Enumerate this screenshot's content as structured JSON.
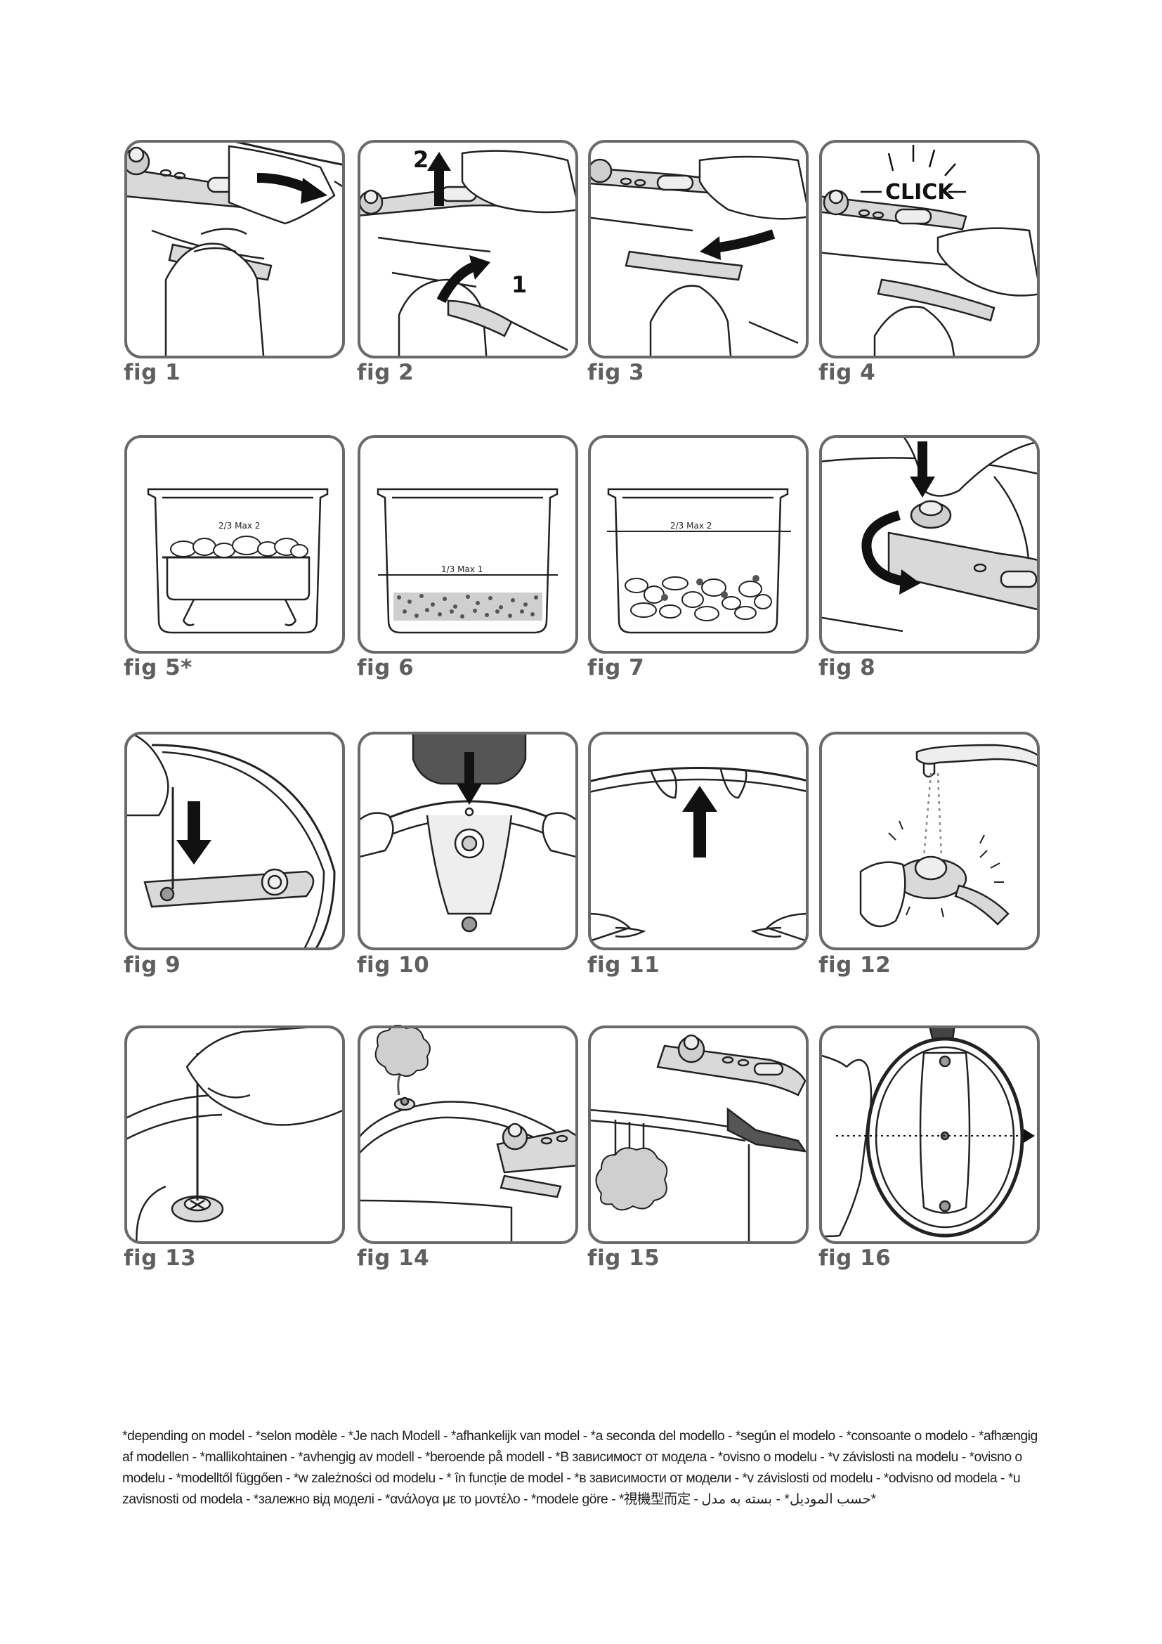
{
  "figures": [
    {
      "caption": "fig 1"
    },
    {
      "caption": "fig 2",
      "step_labels": [
        "2",
        "1"
      ]
    },
    {
      "caption": "fig 3"
    },
    {
      "caption": "fig 4",
      "sound_label": "CLICK"
    },
    {
      "caption": "fig 5*",
      "level_label": "2/3  Max  2"
    },
    {
      "caption": "fig 6",
      "level_label": "1/3  Max  1"
    },
    {
      "caption": "fig 7",
      "level_label": "2/3  Max  2"
    },
    {
      "caption": "fig 8"
    },
    {
      "caption": "fig 9"
    },
    {
      "caption": "fig 10"
    },
    {
      "caption": "fig 11"
    },
    {
      "caption": "fig 12"
    },
    {
      "caption": "fig 13"
    },
    {
      "caption": "fig 14"
    },
    {
      "caption": "fig 15"
    },
    {
      "caption": "fig 16"
    }
  ],
  "footnote": "*depending on model - *selon modèle - *Je nach Modell - *afhankelijk van model - *a seconda del modello - *según el modelo - *consoante o modelo - *afhængig af modellen - *mallikohtainen - *avhengig av modell - *beroende på modell - *В зависимост от модела - *ovisno o modelu - *v závislosti na modelu - *ovisno o modelu - *modelltől függően - *w zależności od modelu - * în funcție de model - *в зависимости от модели - *v závislosti od modelu - *odvisno od modela - *u zavisnosti od modela - *залежно від моделі - *ανάλογα με το μοντέλο - *modele göre - *視機型而定 - حسب الموديل* - بسته به مدل*"
}
